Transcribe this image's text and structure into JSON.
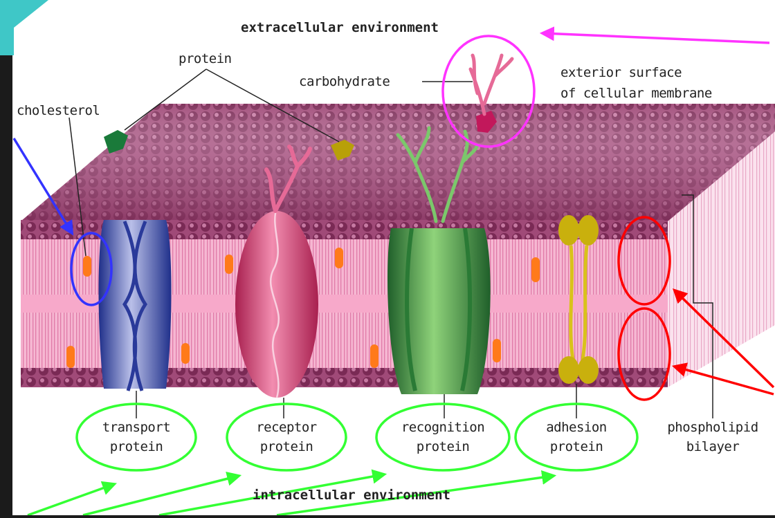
{
  "diagram": {
    "title_top": "extracellular environment",
    "title_bottom": "intracellular environment",
    "labels": {
      "protein": "protein",
      "carbohydrate": "carbohydrate",
      "cholesterol": "cholesterol",
      "exterior_line1": "exterior surface",
      "exterior_line2": "of cellular membrane",
      "transport_line1": "transport",
      "transport_line2": "protein",
      "receptor_line1": "receptor",
      "receptor_line2": "protein",
      "recognition_line1": "recognition",
      "recognition_line2": "protein",
      "adhesion_line1": "adhesion",
      "adhesion_line2": "protein",
      "phospholipid_line1": "phospholipid",
      "phospholipid_line2": "bilayer"
    },
    "colors": {
      "background": "#1b1b1b",
      "panel": "#ffffff",
      "teal_corner": "#3fc7c7",
      "magenta_annotation": "#ff33ff",
      "blue_annotation": "#3333ff",
      "red_annotation": "#ff0000",
      "green_annotation": "#33ff33",
      "membrane_top": "#8b3a62",
      "membrane_body": "#f4a3c6",
      "transport_protein": "#3b4fb0",
      "receptor_protein": "#d2467a",
      "recognition_protein": "#3d9e4a",
      "adhesion_protein": "#d6c21a",
      "cholesterol": "#ff7a1a"
    }
  }
}
